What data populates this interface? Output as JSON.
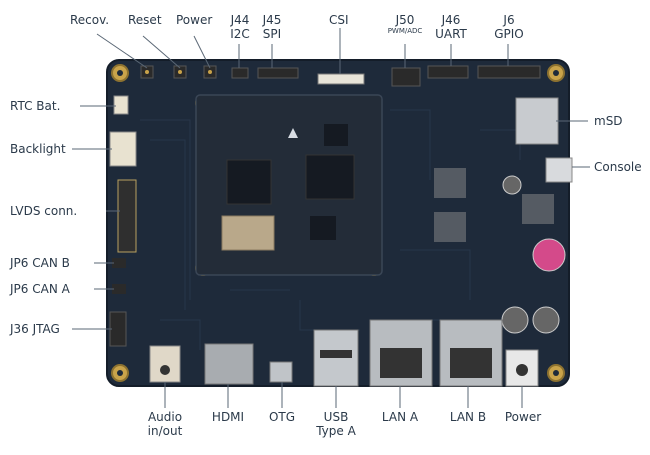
{
  "colors": {
    "pcb": "#1e2a3a",
    "pcb_edge": "#141d29",
    "label_text": "#2b3a4a",
    "leader": "#5a6775",
    "gold": "#c9a34a",
    "connector": "#2a2a2a",
    "rj45": "#b8bcc0",
    "som": "#232c38"
  },
  "labels": {
    "top": {
      "recov": "Recov.",
      "reset": "Reset",
      "power": "Power",
      "j44_a": "J44",
      "j44_b": "I2C",
      "j45_a": "J45",
      "j45_b": "SPI",
      "csi": "CSI",
      "j50_a": "J50",
      "j50_b": "PWM/ADC",
      "j46_a": "J46",
      "j46_b": "UART",
      "j6_a": "J6",
      "j6_b": "GPIO"
    },
    "left": {
      "rtc": "RTC Bat.",
      "backlight": "Backlight",
      "lvds": "LVDS conn.",
      "can_b": "JP6 CAN B",
      "can_a": "JP6 CAN A",
      "jtag": "J36 JTAG"
    },
    "right": {
      "msd": "mSD",
      "console": "Console"
    },
    "bottom": {
      "audio_a": "Audio",
      "audio_b": "in/out",
      "hdmi": "HDMI",
      "otg": "OTG",
      "usb_a": "USB",
      "usb_b": "Type A",
      "lan_a": "LAN A",
      "lan_b": "LAN B",
      "power": "Power"
    }
  }
}
